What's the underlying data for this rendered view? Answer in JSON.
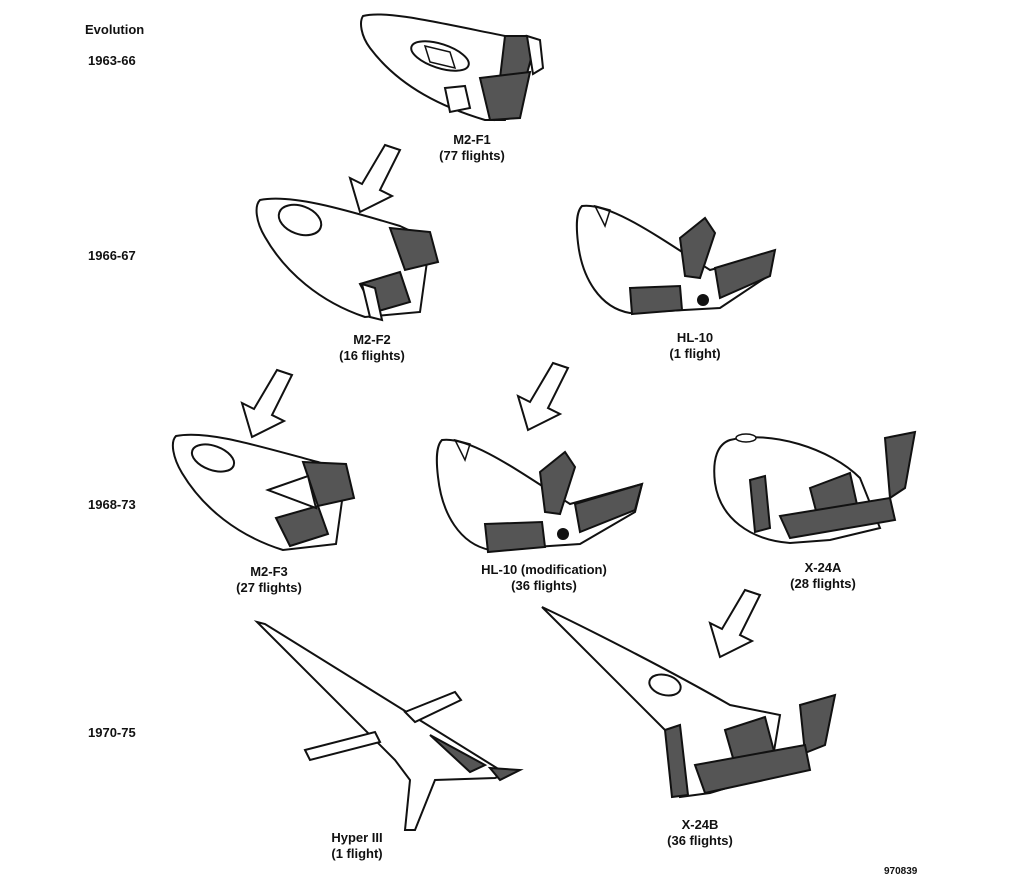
{
  "header": "Evolution",
  "eras": [
    "1963-66",
    "1966-67",
    "1968-73",
    "1970-75"
  ],
  "aircraft": {
    "m2f1": {
      "name": "M2-F1",
      "flights": "(77 flights)"
    },
    "m2f2": {
      "name": "M2-F2",
      "flights": "(16 flights)"
    },
    "hl10": {
      "name": "HL-10",
      "flights": "(1 flight)"
    },
    "m2f3": {
      "name": "M2-F3",
      "flights": "(27 flights)"
    },
    "hl10mod": {
      "name": "HL-10 (modification)",
      "flights": "(36 flights)"
    },
    "x24a": {
      "name": "X-24A",
      "flights": "(28 flights)"
    },
    "hyper3": {
      "name": "Hyper III",
      "flights": "(1 flight)"
    },
    "x24b": {
      "name": "X-24B",
      "flights": "(36 flights)"
    }
  },
  "figure_number": "970839"
}
